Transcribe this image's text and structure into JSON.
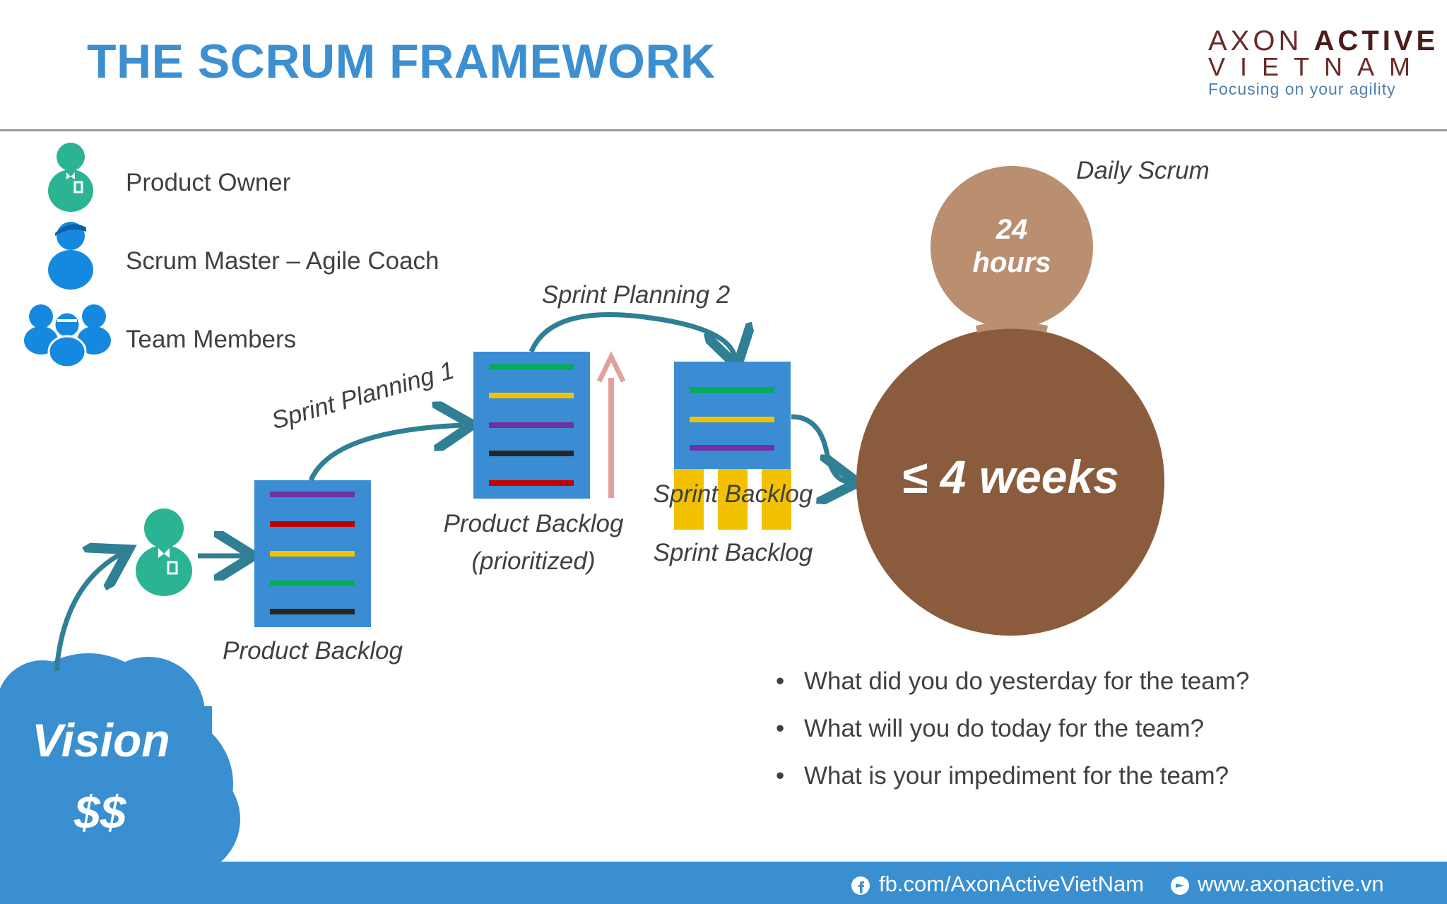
{
  "slide": {
    "title": "THE SCRUM FRAMEWORK"
  },
  "logo": {
    "line1_a": "AXON",
    "line1_b": "ACTIVE",
    "line2": "VIETNAM",
    "tagline": "Focusing on your agility"
  },
  "legend": {
    "product_owner": "Product Owner",
    "scrum_master": "Scrum Master – Agile Coach",
    "team_members": "Team Members"
  },
  "diagram": {
    "vision": "Vision",
    "money": "$$",
    "product_backlog": "Product Backlog",
    "sprint_planning_1": "Sprint Planning 1",
    "prioritized_backlog_line1": "Product Backlog",
    "prioritized_backlog_line2": "(prioritized)",
    "sprint_planning_2": "Sprint Planning 2",
    "sprint_backlog_overlay": "Sprint Backlog",
    "sprint_backlog": "Sprint Backlog",
    "daily_scrum": "Daily Scrum",
    "daily_line1": "24",
    "daily_line2": "hours",
    "sprint_length": "≤ 4 weeks"
  },
  "questions": [
    "What did you do yesterday for the team?",
    "What will you do today for the team?",
    "What is your impediment for the team?"
  ],
  "footer": {
    "facebook": "fb.com/AxonActiveVietNam",
    "website": "www.axonactive.vn"
  },
  "colors": {
    "title_blue": "#3d8fd0",
    "person_teal": "#2bb493",
    "person_blue": "#1589e0",
    "backlog_blue": "#3a8dd3",
    "arrow_teal": "#2f7f95",
    "daily_circle": "#b98f70",
    "sprint_circle": "#8a5c3d",
    "task_yellow": "#f2c200"
  },
  "icons": [
    "product-owner-icon",
    "scrum-master-icon",
    "team-members-icon",
    "facebook-icon",
    "web-icon"
  ]
}
